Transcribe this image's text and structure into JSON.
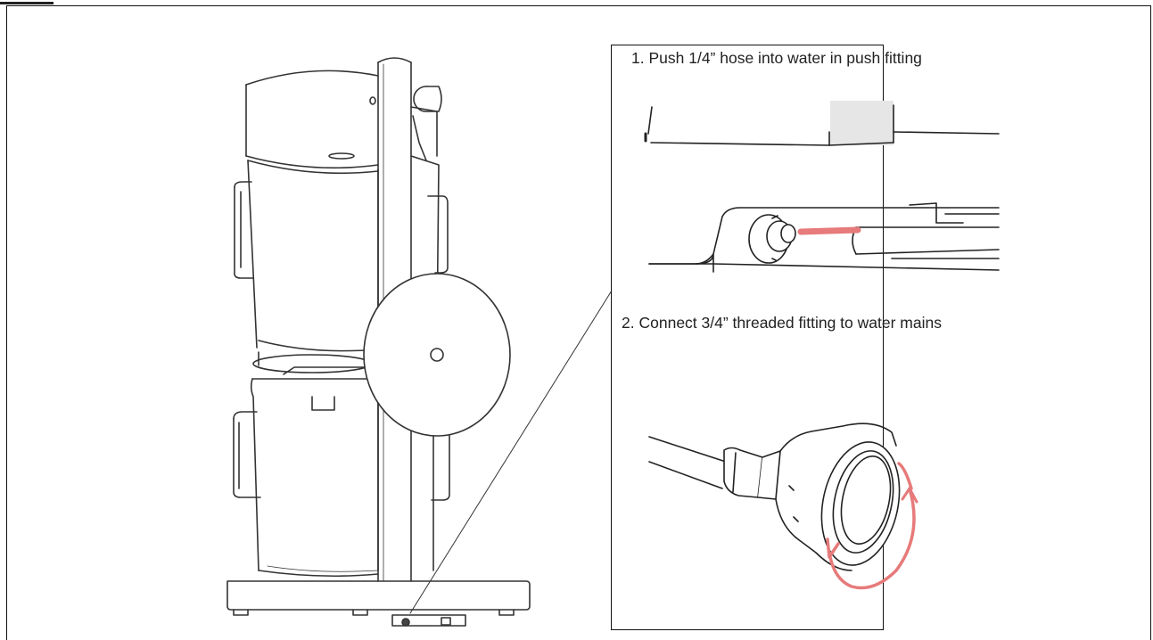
{
  "steps": [
    {
      "number": "1.",
      "text": "Push 1/4” hose into water in push fitting"
    },
    {
      "number": "2.",
      "text": "Connect 3/4” threaded fitting to water mains"
    }
  ],
  "colors": {
    "line": "#222222",
    "highlight": "#e77a7a",
    "shade": "#e6e6e6"
  }
}
